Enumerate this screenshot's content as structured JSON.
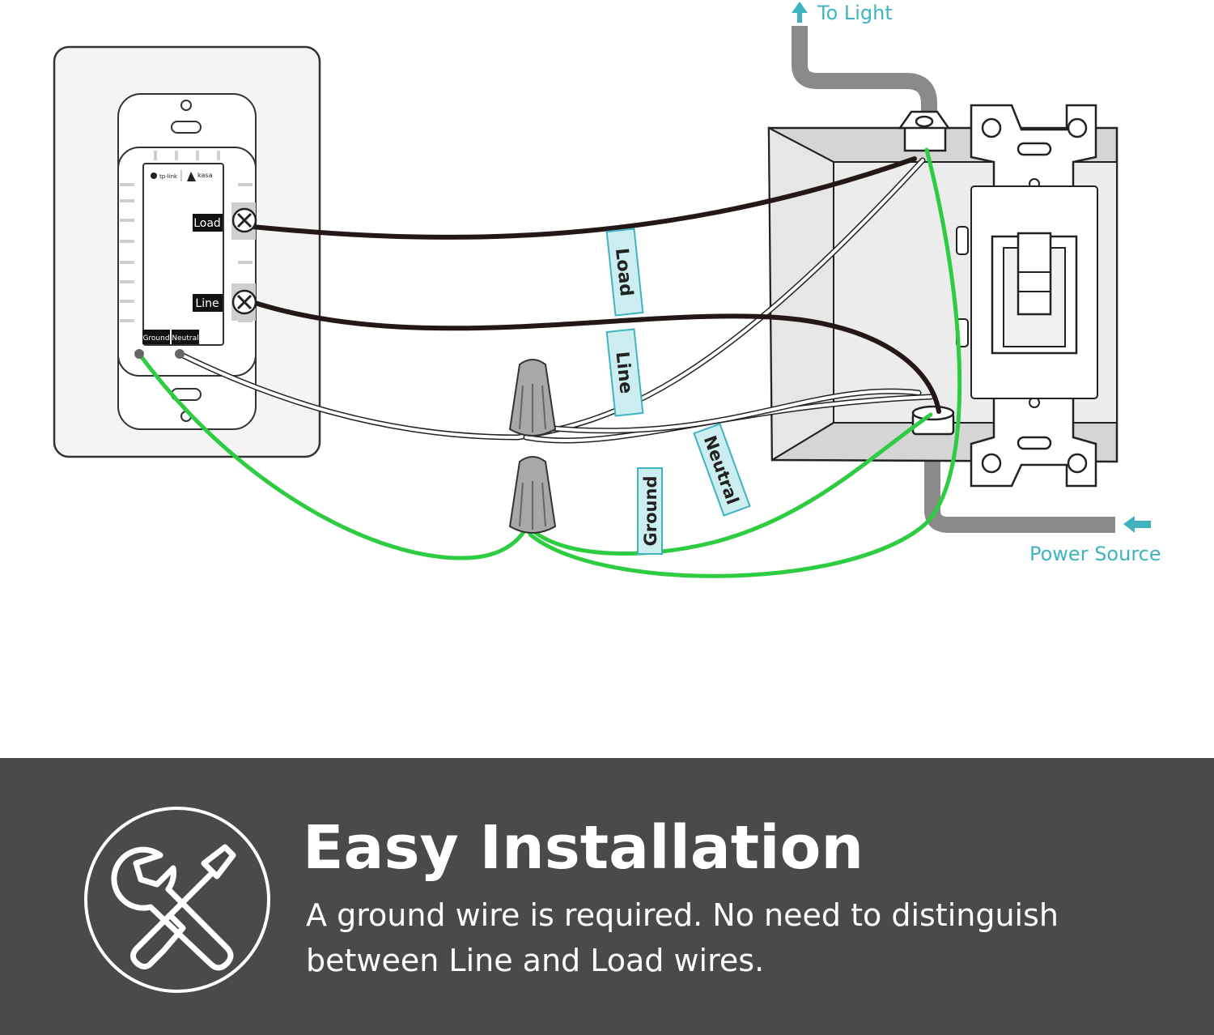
{
  "diagram": {
    "to_light": "To Light",
    "power_source": "Power Source",
    "wire_tags": {
      "load": "Load",
      "line": "Line",
      "neutral": "Neutral",
      "ground": "Ground"
    },
    "device_terminals": {
      "load": "Load",
      "line": "Line",
      "ground": "Ground",
      "neutral": "Neutral"
    },
    "device_brands": {
      "tplink": "tp-link",
      "kasa": "kasa"
    },
    "colors": {
      "ground_wire": "#2ecc40",
      "hot_wire": "#231815",
      "conduit": "#8a8a8a",
      "tag_fill": "#cdeef0",
      "tag_border": "#3fb4c0",
      "accent": "#3fb4c0"
    }
  },
  "banner": {
    "icon": "wrench-screwdriver-icon",
    "title": "Easy Installation",
    "description": "A ground wire is required. No need to distinguish between Line and Load wires.",
    "background": "#4a4a4a"
  }
}
